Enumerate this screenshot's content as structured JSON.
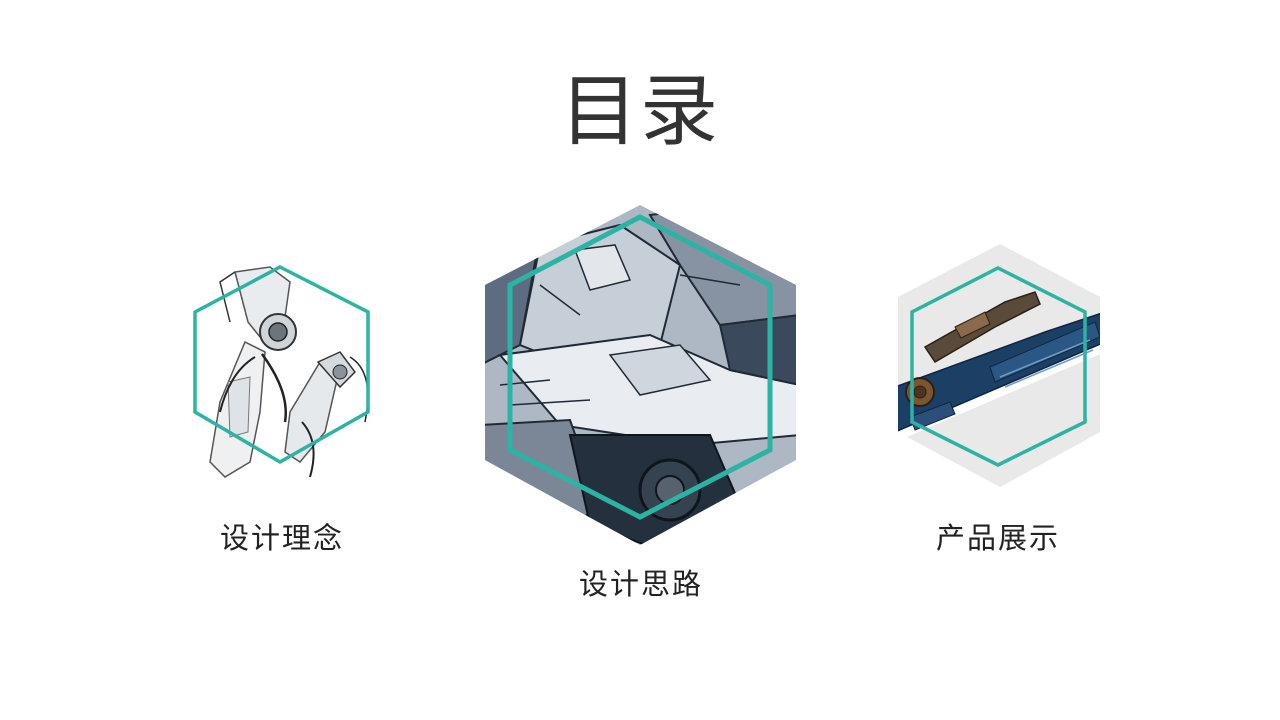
{
  "title": "目录",
  "accent_color": "#2bb3a4",
  "sections": [
    {
      "label": "设计理念",
      "image": "robot-arm-image"
    },
    {
      "label": "设计思路",
      "image": "mecha-sketch-image"
    },
    {
      "label": "产品展示",
      "image": "blade-product-image"
    }
  ]
}
